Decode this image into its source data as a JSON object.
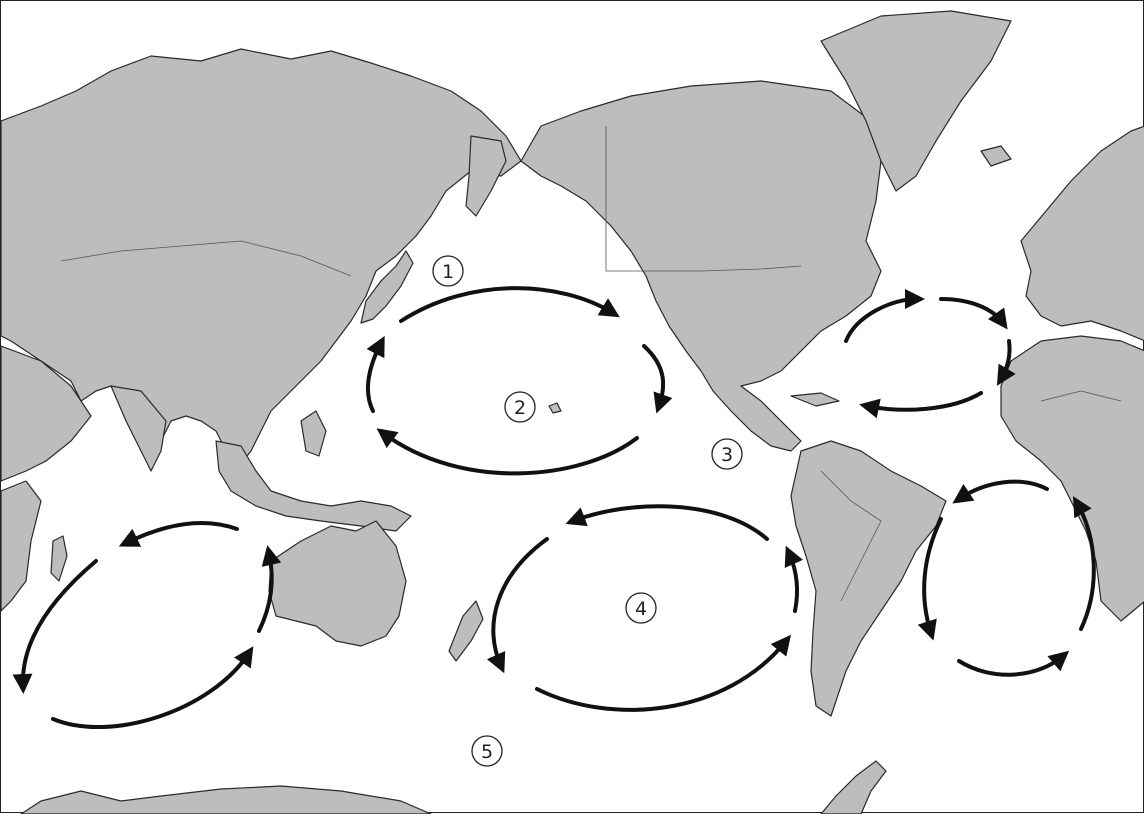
{
  "map": {
    "colors": {
      "land": "#bdbdbd",
      "ocean": "#ffffff",
      "outline": "#2a2a2a",
      "arrows": "#111111"
    },
    "markers": [
      {
        "id": "1",
        "label": "1"
      },
      {
        "id": "2",
        "label": "2"
      },
      {
        "id": "3",
        "label": "3"
      },
      {
        "id": "4",
        "label": "4"
      },
      {
        "id": "5",
        "label": "5"
      }
    ],
    "gyres": [
      {
        "name": "north-pacific-gyre",
        "rotation": "clockwise"
      },
      {
        "name": "south-pacific-gyre",
        "rotation": "counterclockwise"
      },
      {
        "name": "indian-ocean-gyre",
        "rotation": "counterclockwise"
      },
      {
        "name": "north-atlantic-gyre",
        "rotation": "clockwise"
      },
      {
        "name": "south-atlantic-gyre",
        "rotation": "counterclockwise"
      }
    ]
  }
}
